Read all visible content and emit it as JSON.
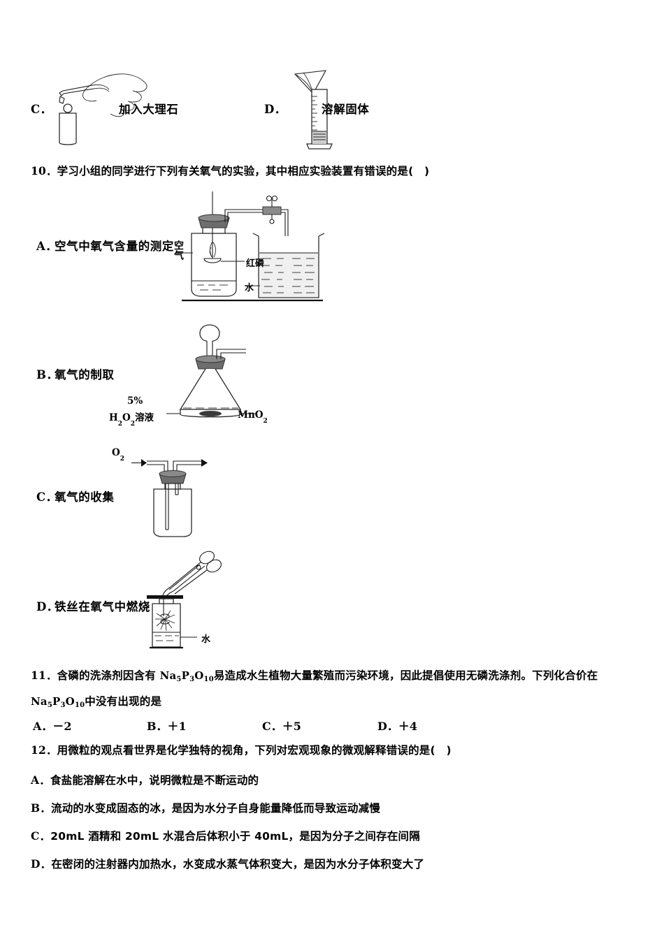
{
  "document": {
    "type": "chemistry-exam-page",
    "language": "zh-CN"
  },
  "top_options": {
    "c": {
      "letter": "C．",
      "caption": "加入大理石",
      "figure_name": "test-tube-with-tweezers-hand"
    },
    "d": {
      "letter": "D．",
      "caption": "溶解固体",
      "figure_name": "graduated-cylinder-with-funnel"
    }
  },
  "question10": {
    "number": "10．",
    "stem": "学习小组的同学进行下列有关氧气的实验，其中相应实验装置有错误的是(　)",
    "options": [
      {
        "letter": "A．",
        "label": "空气中氧气含量的测定",
        "figure_name": "air-oxygen-content-apparatus",
        "figure_labels": {
          "air": "空气",
          "red_phosphorus": "红磷",
          "water": "水"
        }
      },
      {
        "letter": "B．",
        "label": "氧气的制取",
        "figure_name": "oxygen-generation-flask",
        "figure_labels": {
          "concentration": "5%",
          "solution": "H2O2溶液",
          "catalyst": "MnO2"
        }
      },
      {
        "letter": "C．",
        "label": "氧气的收集",
        "figure_name": "gas-washing-bottle-collection",
        "figure_labels": {
          "gas": "O2"
        }
      },
      {
        "letter": "D．",
        "label": "铁丝在氧气中燃烧",
        "figure_name": "iron-wire-burning-in-oxygen",
        "figure_labels": {
          "water": "水"
        }
      }
    ]
  },
  "question11": {
    "number": "11．",
    "stem_line1_a": "含磷的洗涤剂因含有 ",
    "stem_formula1": "Na5P3O10",
    "stem_line1_b": "易造成水生植物大量繁殖而污染环境，因此提倡使用无磷洗涤剂。下列化合价在",
    "stem_formula2": "Na5P3O10",
    "stem_line2_b": "中没有出现的是",
    "options": [
      {
        "letter": "A．",
        "value": "－2"
      },
      {
        "letter": "B．",
        "value": "＋1"
      },
      {
        "letter": "C．",
        "value": "＋5"
      },
      {
        "letter": "D．",
        "value": "＋4"
      }
    ]
  },
  "question12": {
    "number": "12．",
    "stem": "用微粒的观点看世界是化学独特的视角，下列对宏观现象的微观解释错误的是(　)",
    "options": [
      {
        "letter": "A．",
        "text": "食盐能溶解在水中，说明微粒是不断运动的"
      },
      {
        "letter": "B．",
        "text": "流动的水变成固态的冰，是因为水分子自身能量降低而导致运动减慢"
      },
      {
        "letter": "C．",
        "text": "20mL 酒精和 20mL 水混合后体积小于 40mL，是因为分子之间存在间隔"
      },
      {
        "letter": "D．",
        "text": "在密闭的注射器内加热水，水变成水蒸气体积变大，是因为水分子体积变大了"
      }
    ]
  },
  "colors": {
    "ink": "#1a1a1a",
    "paper": "#ffffff",
    "stopper_gray": "#8a8a8a"
  }
}
